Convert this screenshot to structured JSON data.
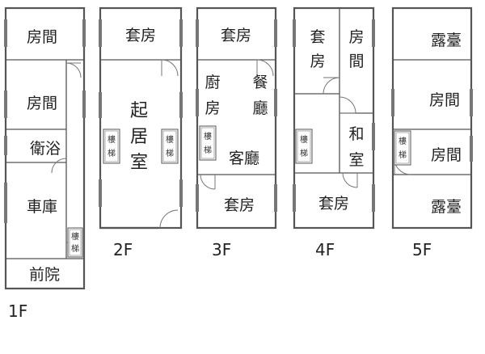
{
  "floors": {
    "f1": {
      "label": "1F",
      "rooms": {
        "room_top": "房間",
        "room_mid": "房間",
        "bath": "衛浴",
        "garage": "車庫",
        "front_yard": "前院"
      },
      "stair": {
        "c1": "樓",
        "c2": "梯"
      }
    },
    "f2": {
      "label": "2F",
      "rooms": {
        "suite": "套房",
        "living": {
          "c1": "起",
          "c2": "居",
          "c3": "室"
        }
      },
      "stair_left": {
        "c1": "樓",
        "c2": "梯"
      },
      "stair_right": {
        "c1": "樓",
        "c2": "梯"
      }
    },
    "f3": {
      "label": "3F",
      "rooms": {
        "suite_top": "套房",
        "kitchen": {
          "c1": "廚",
          "c2": "房"
        },
        "dining": {
          "c1": "餐",
          "c2": "廳"
        },
        "living": "客廳",
        "suite_bottom": "套房"
      },
      "stair": {
        "c1": "樓",
        "c2": "梯"
      }
    },
    "f4": {
      "label": "4F",
      "rooms": {
        "suite_top": {
          "c1": "套",
          "c2": "房"
        },
        "room": {
          "c1": "房",
          "c2": "間"
        },
        "japanese": {
          "c1": "和",
          "c2": "室"
        },
        "suite_bottom": "套房"
      },
      "stair": {
        "c1": "樓",
        "c2": "梯"
      }
    },
    "f5": {
      "label": "5F",
      "rooms": {
        "terrace_top": "露臺",
        "room_a": "房間",
        "room_b": "房間",
        "terrace_bottom": "露臺"
      },
      "stair": {
        "c1": "樓",
        "c2": "梯"
      }
    }
  }
}
